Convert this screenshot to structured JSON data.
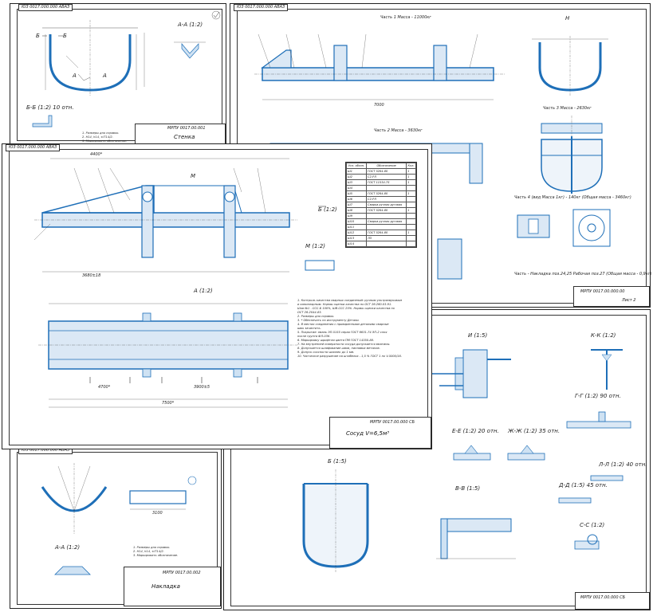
{
  "sheets": {
    "wall": {
      "code_tab": "ЮЗ 0017.000.000 АВАЗ",
      "section_aa": "А-А (1:2)",
      "section_bb": "Б-Б (1:2) 10 отн.",
      "notes": [
        "1. Размеры для справок.",
        "2. Н14, h14, ±IT14/2.",
        "3. Маркировать обозначение."
      ],
      "title_code": "МРПУ 0017.00.001",
      "title_name": "Стенка"
    },
    "tank": {
      "code_tab": "ЮЗ 0017.000.000 АВАЗ",
      "view_h": "Н",
      "caption_1": "Часть 1 Масса - 11000кг",
      "caption_2": "Часть 2 Масса - 3630кг",
      "caption_3": "Часть 3 Масса - 2630кг",
      "caption_4": "Часть 4 (вид Масса 1кг) - 140кг (Общая масса - 3460кг)",
      "caption_5": "Часть - Накладка поз.24,25 Рабочая поз.27 (Общая масса - 0,9кг)",
      "dim_total": "7000",
      "title_code": "МРПУ 0017.00.000.00",
      "sheet": "Лист 2"
    },
    "main": {
      "code_tab": "ЮЗ 0017.000.000 АВАЗ",
      "view_m": "М",
      "view_m_scale": "М (1:2)",
      "view_b": "Б (1:2)",
      "view_a": "А (1:2)",
      "dim_top": "4400*",
      "dim_mid": "3680±18",
      "dim_bottom": "7500*",
      "dim_bottom_left": "4700*",
      "dim_bottom_right": "3900±5",
      "notes": [
        "1. Контроль качества сварных соединений: ручным ультразвуковым",
        "и капиллярным. Нормы оценки качества по ОСТ 26.260.03-91.",
        "Шов №1 - ССС-Б 100%, ШВ-ССС 25%. Нормы оценки качества по",
        "ОСТ 26-2044-83.",
        "2. Размеры для справок.",
        "3. * Обеспечить по инструменту Детали.",
        "4. В местах соединения с приваренными деталями сварные",
        "швы зачистить.",
        "5. Покрытие: эмаль ЭП-5155 серая ГОСТ 6631-74 ЭП-2 слоя",
        "после грунта ФЛ-03К.",
        "6. Маркировку шрифтом цвета ПМ ГОСТ 14350-88.",
        "7. На внутренней поверхности сосуда допускается вмятины.",
        "8. Допускается шлифование швов, наплавка металла.",
        "9. Допуск соосности шпилек до 1 мм.",
        "10. Частичное разрушение на штабелях - 1,5 % ГОСТ 1 по V-5000/16."
      ],
      "spec_headers": [
        "Усл. обозн.",
        "Обозначение",
        "Кол."
      ],
      "spec_rows": [
        [
          "Ш1",
          "ГОСТ 5264-80",
          "1"
        ],
        [
          "Ш2",
          "С2-РЛ",
          "1"
        ],
        [
          "Ш3",
          "ГОСТ 11534-75",
          "1"
        ],
        [
          "Ш4",
          "",
          ""
        ],
        [
          "Ш5",
          "ГОСТ 5264-80",
          "1"
        ],
        [
          "Ш6",
          "С2-РЛ",
          ""
        ],
        [
          "Ш7",
          "Сварка ручная дуговая",
          ""
        ],
        [
          "Ш8",
          "ГОСТ 5264-80",
          "1"
        ],
        [
          "Ш9",
          "",
          ""
        ],
        [
          "Ш10",
          "Сварка ручная дуговая",
          ""
        ],
        [
          "Ш11",
          "",
          ""
        ],
        [
          "Ш12",
          "ГОСТ 5264-80",
          "1"
        ],
        [
          "Ш13",
          "ЛЗ",
          ""
        ],
        [
          "Ш14",
          "",
          ""
        ]
      ],
      "title_code": "МРПУ 0017.00.000 СБ",
      "title_name": "Сосуд V=6,5м³"
    },
    "pad": {
      "code_tab": "ЮЗ 0017.000.000 АВАЗ",
      "section_aa": "А-А (1:2)",
      "dim_length": "3100",
      "notes": [
        "1. Размеры для справок.",
        "2. Н14, h14, ±IT14/2.",
        "3. Маркировать обозначение."
      ],
      "title_code": "МРПУ 0017.00.002",
      "title_name": "Накладка"
    },
    "details": {
      "view_i": "И (1:5)",
      "view_kk": "К-К (1:2)",
      "view_gg": "Г-Г (1:2) 90 отн.",
      "view_ee": "Е-Е (1:2) 20 отн.",
      "view_zhzh": "Ж-Ж (1:2) 35 отн.",
      "view_ll": "Л-Л (1:2) 40 отн.",
      "view_dd": "Д-Д (1:5) 45 отн.",
      "view_cc": "С-С (1:2)",
      "view_vv": "В-В (1:5)",
      "view_b": "Б (1:5)",
      "title_code": "МРПУ 0017.00.000 СБ"
    }
  }
}
